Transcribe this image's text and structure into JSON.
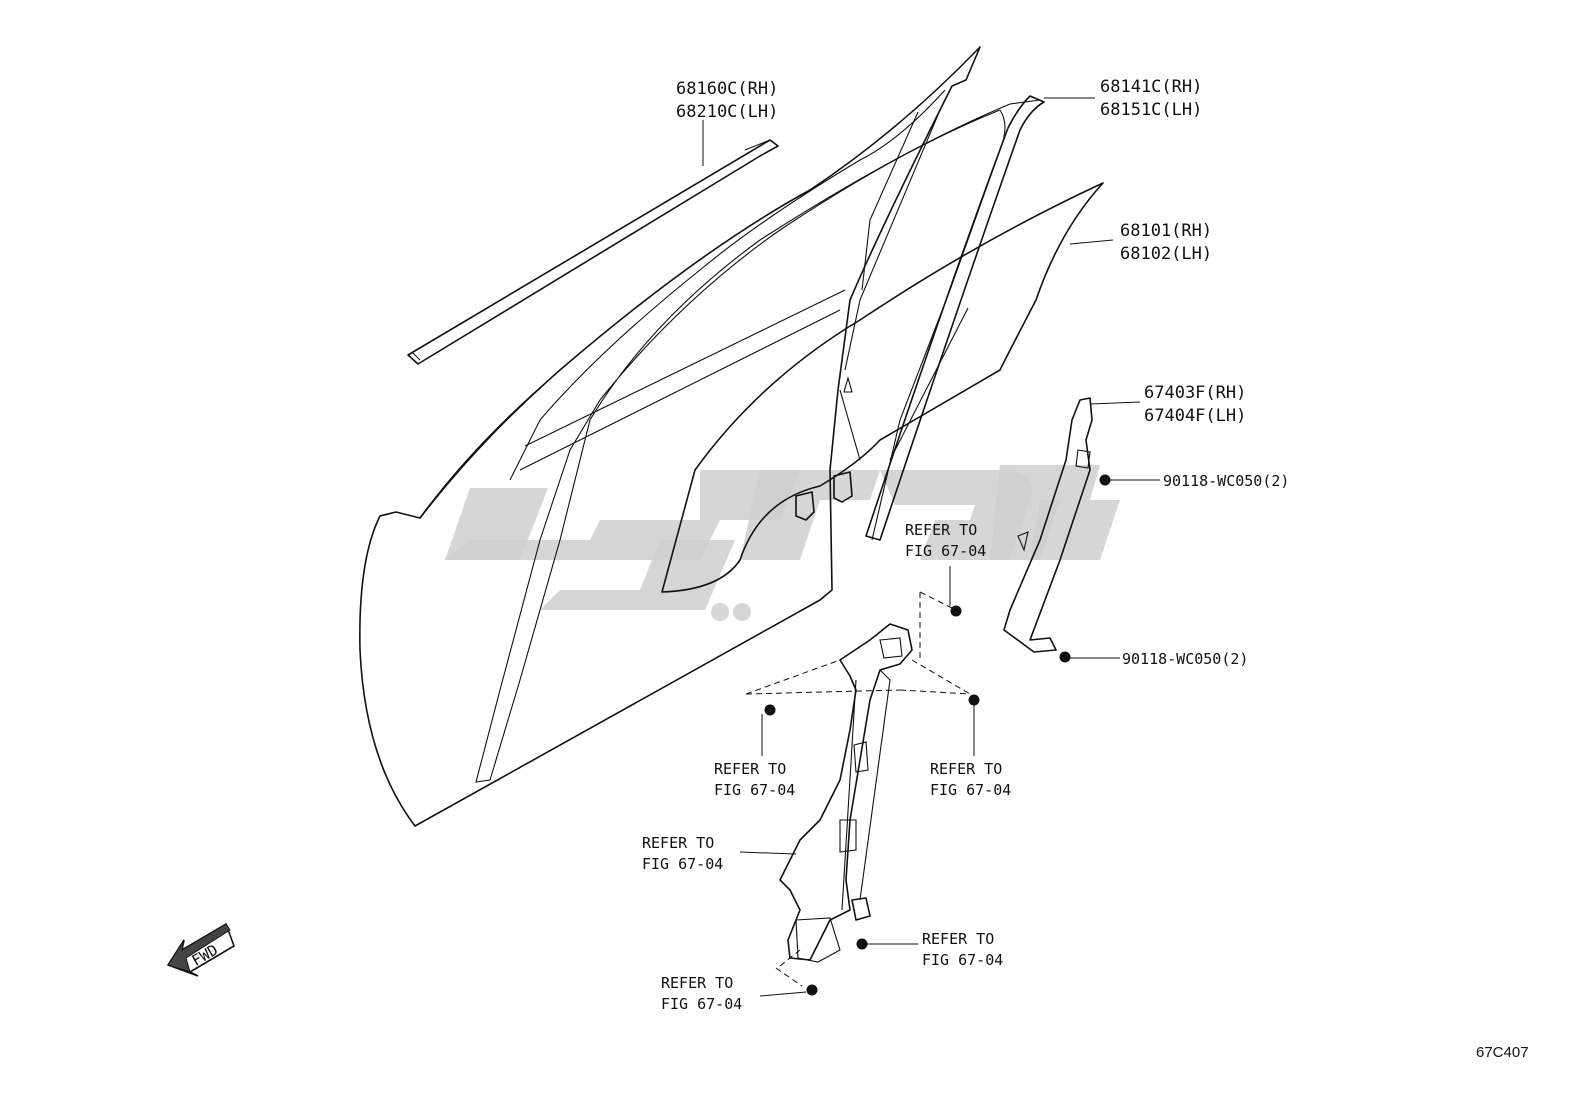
{
  "labels": {
    "mould_rh": "68160C(RH)",
    "mould_lh": "68210C(LH)",
    "run_rh": "68141C(RH)",
    "run_lh": "68151C(LH)",
    "glass_rh": "68101(RH)",
    "glass_lh": "68102(LH)",
    "channel_rh": "67403F(RH)",
    "channel_lh": "67404F(LH)",
    "bolt_upper": "90118-WC050(2)",
    "bolt_lower": "90118-WC050(2)"
  },
  "refer": {
    "line1": "REFER TO",
    "line2": "FIG 67-04"
  },
  "fwd": "FWD",
  "figure_id": "67C407"
}
